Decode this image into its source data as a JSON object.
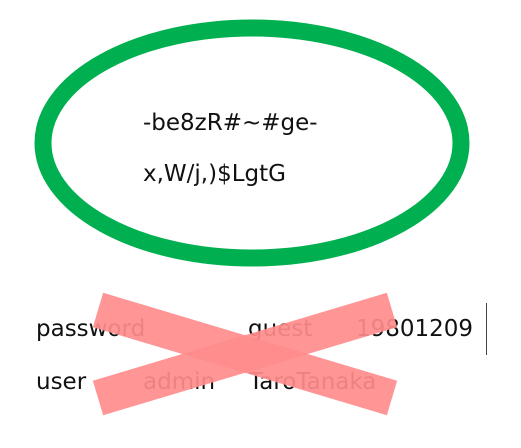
{
  "good_example": {
    "mark_color": "#00B050",
    "password_line_1": "-be8zR#~#ge-",
    "password_line_2": "x,W/j,)$LgtG"
  },
  "bad_example": {
    "mark_color": "#FF8C8C",
    "words": {
      "password": "password",
      "guest": "guest",
      "date": "19801209",
      "user": "user",
      "admin": "admin",
      "name": "TaroTanaka"
    }
  }
}
